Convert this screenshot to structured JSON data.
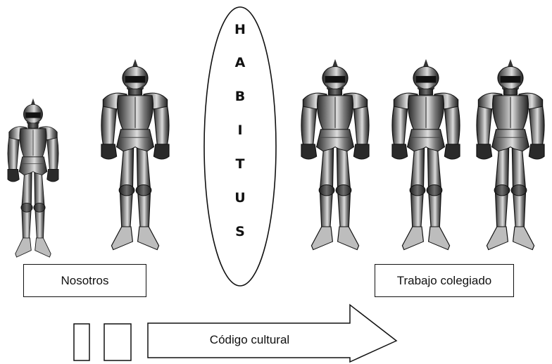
{
  "labels": {
    "left_box": "Nosotros",
    "right_box": "Trabajo colegiado",
    "arrow": "Código cultural"
  },
  "habitus_letters": [
    "H",
    "A",
    "B",
    "I",
    "T",
    "U",
    "S"
  ],
  "figures": [
    {
      "name": "armor-figure-small"
    },
    {
      "name": "armor-figure-large"
    },
    {
      "name": "armor-figure-large"
    },
    {
      "name": "armor-figure-large"
    },
    {
      "name": "armor-figure-large"
    }
  ],
  "colors": {
    "stroke": "#111111",
    "armor_dark": "#2a2a2a",
    "armor_mid": "#7a7a7a",
    "armor_light": "#c9c9c9"
  }
}
